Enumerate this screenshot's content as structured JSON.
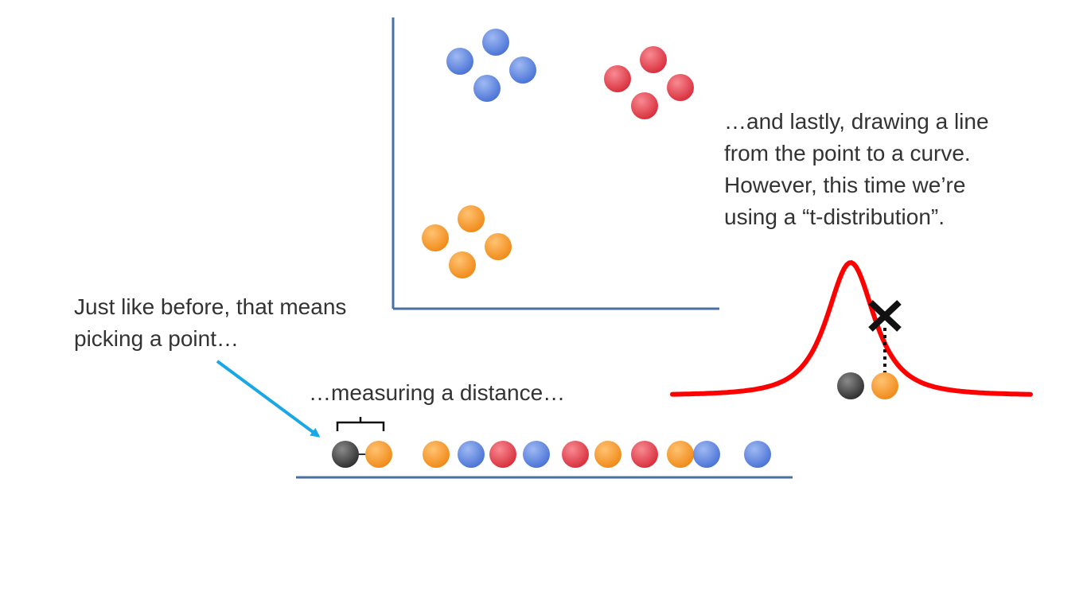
{
  "captions": {
    "left": [
      "Just like before, that means",
      "picking a point…"
    ],
    "middle": "…measuring a distance…",
    "right": [
      "…and lastly, drawing a line",
      "from the point to a curve.",
      "However, this time we’re",
      "using a “t-distribution”."
    ]
  },
  "colors": {
    "blue": "#5b84e0",
    "red": "#e8404c",
    "orange": "#f5962a",
    "gray": "#444444",
    "axis": "#4a6fa5",
    "arrow": "#1aa7e6",
    "curve": "#ff0000"
  },
  "clusters": [
    "blue",
    "red",
    "orange"
  ],
  "number_line_points": [
    "gray",
    "orange",
    "orange",
    "blue",
    "red",
    "blue",
    "red",
    "orange",
    "red",
    "orange",
    "blue",
    "blue"
  ],
  "selected_point": "gray",
  "measured_neighbor": "orange",
  "curve_type": "t-distribution"
}
